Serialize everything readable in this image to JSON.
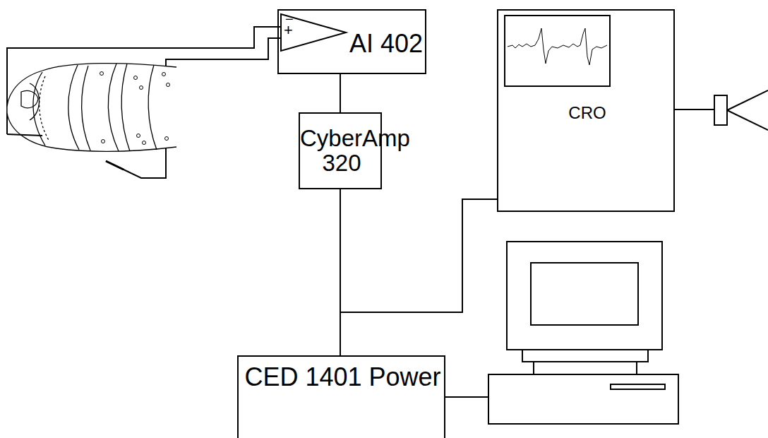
{
  "diagram": {
    "nodes": [
      {
        "text": [
          "AI 402"
        ]
      },
      {
        "text": [
          "CyberAmp 320"
        ]
      },
      {
        "text": [
          "CRO"
        ]
      },
      {
        "text": [
          "CED 1401 Power"
        ]
      }
    ],
    "edges": [
      {
        "from": 0,
        "to": 1,
        "arrow": "none"
      },
      {
        "from": 1,
        "to": 3,
        "arrow": "none"
      },
      {
        "from": 1,
        "to": 2,
        "arrow": "none"
      }
    ],
    "labels": [
      "−",
      "+"
    ]
  }
}
